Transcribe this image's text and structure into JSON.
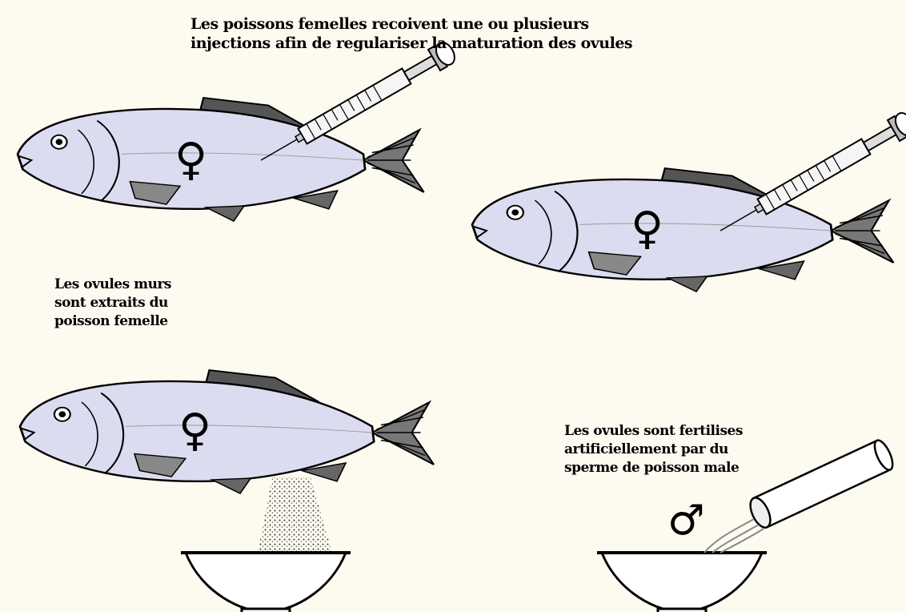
{
  "captions": {
    "top": {
      "line1": "Les poissons femelles recoivent une ou plusieurs",
      "line2": "injections afin de regulariser la maturation des ovules"
    },
    "middle": {
      "line1": "Les ovules murs",
      "line2": "sont extraits du",
      "line3": "poisson femelle"
    },
    "right": {
      "line1": "Les ovules sont fertilises",
      "line2": "artificiellement par du",
      "line3": "sperme de poisson male"
    }
  },
  "symbols": {
    "female": "♀",
    "male": "♂"
  },
  "colors": {
    "background": "#fdfaf0",
    "fish_body": "#dcdcf0",
    "outline": "#000000"
  }
}
